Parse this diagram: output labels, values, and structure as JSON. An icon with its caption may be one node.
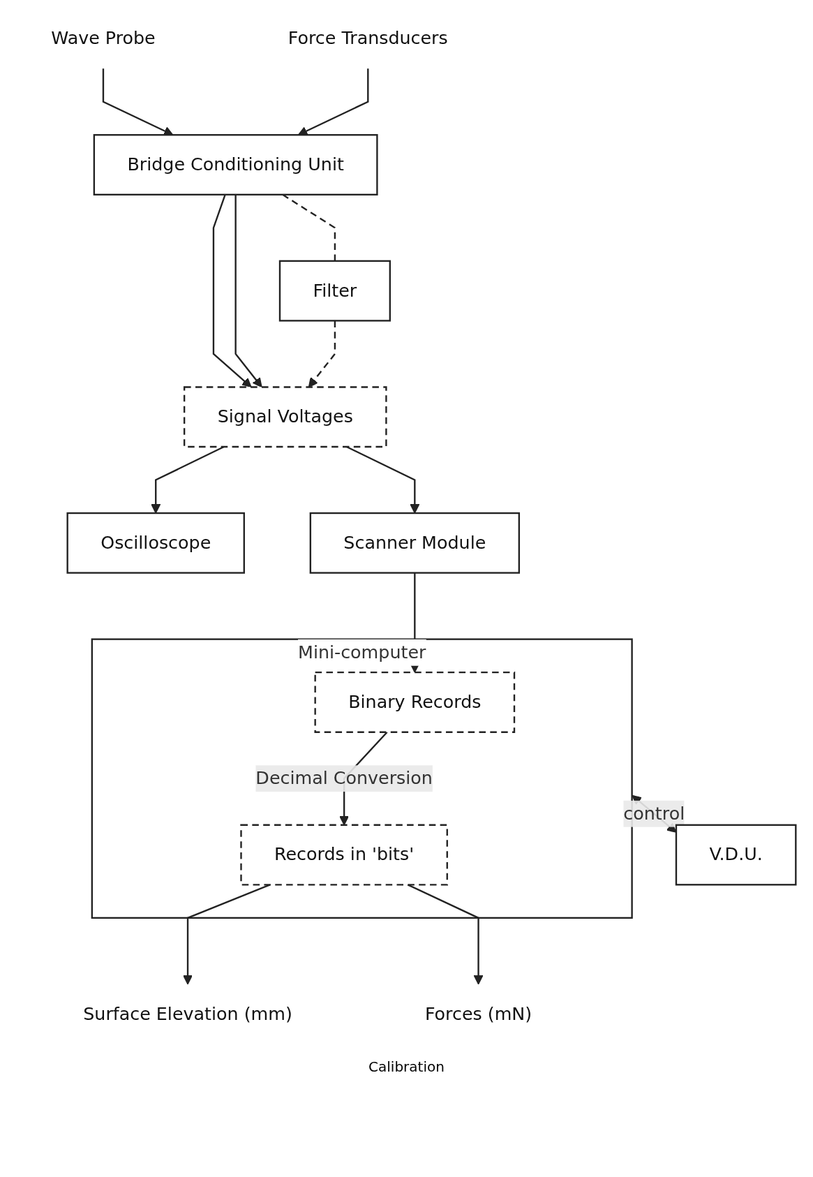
{
  "diagram": {
    "nodes": [
      {
        "text": [
          "Wave Probe"
        ]
      },
      {
        "text": [
          "Force Transducers"
        ]
      },
      {
        "text": [
          "Bridge Conditioning Unit"
        ]
      },
      {
        "text": [
          "Filter"
        ]
      },
      {
        "text": [
          "Signal Voltages"
        ]
      },
      {
        "text": [
          "Oscilloscope"
        ]
      },
      {
        "text": [
          "Scanner Module"
        ]
      },
      {
        "text": [
          "Mini-computer"
        ]
      },
      {
        "text": [
          "V.D.U."
        ]
      },
      {
        "text": [
          "Binary Records"
        ],
        "in": 7
      },
      {
        "text": [
          "Records in 'bits'"
        ],
        "in": 7
      },
      {
        "text": [
          "Surface Elevation (mm)"
        ]
      },
      {
        "text": [
          "Forces (mN)"
        ]
      }
    ],
    "edges": [
      {
        "from": 0,
        "to": 2,
        "arrow": "to"
      },
      {
        "from": 1,
        "to": 2,
        "arrow": "to"
      },
      {
        "from": 2,
        "to": 4,
        "arrow": "to"
      },
      {
        "from": 2,
        "to": 4,
        "arrow": "to"
      },
      {
        "from": 2,
        "to": 3,
        "arrow": "none",
        "style": "dashed"
      },
      {
        "from": 3,
        "to": 4,
        "arrow": "to",
        "style": "dashed"
      },
      {
        "from": 4,
        "to": 5,
        "arrow": "to"
      },
      {
        "from": 4,
        "to": 6,
        "arrow": "to"
      },
      {
        "from": 6,
        "to": 9,
        "arrow": "to"
      },
      {
        "from": 7,
        "to": 8,
        "arrow": "both",
        "label": "control"
      },
      {
        "from": 9,
        "to": 10,
        "arrow": "to",
        "label": "Decimal Conversion"
      },
      {
        "from": 10,
        "to": 11,
        "arrow": "to"
      },
      {
        "from": 10,
        "to": 12,
        "arrow": "to"
      }
    ],
    "labels": [
      "Calibration"
    ]
  }
}
